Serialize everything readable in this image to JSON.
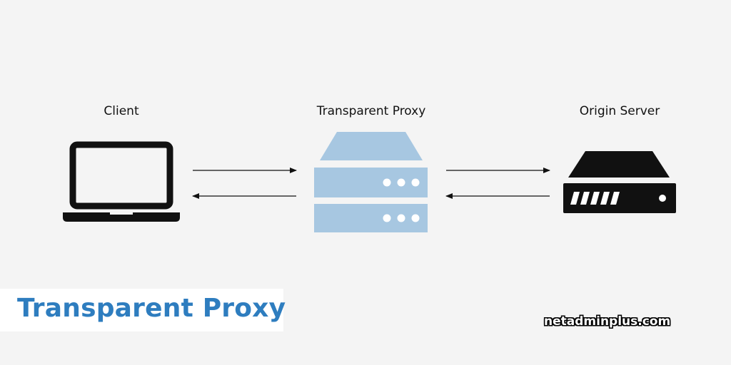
{
  "diagram": {
    "nodes": {
      "client": {
        "label": "Client",
        "icon": "laptop-icon"
      },
      "proxy": {
        "label": "Transparent Proxy",
        "icon": "proxy-server-icon"
      },
      "server": {
        "label": "Origin Server",
        "icon": "server-icon"
      }
    },
    "edges": [
      {
        "from": "client",
        "to": "proxy"
      },
      {
        "from": "proxy",
        "to": "client"
      },
      {
        "from": "proxy",
        "to": "server"
      },
      {
        "from": "server",
        "to": "proxy"
      }
    ]
  },
  "banner": {
    "title": "Transparent Proxy"
  },
  "footer": {
    "watermark": "netadminplus.com"
  },
  "colors": {
    "background": "#f4f4f4",
    "proxy_fill": "#a7c7e1",
    "title_blue": "#2e7dbf",
    "icon_black": "#111111"
  }
}
